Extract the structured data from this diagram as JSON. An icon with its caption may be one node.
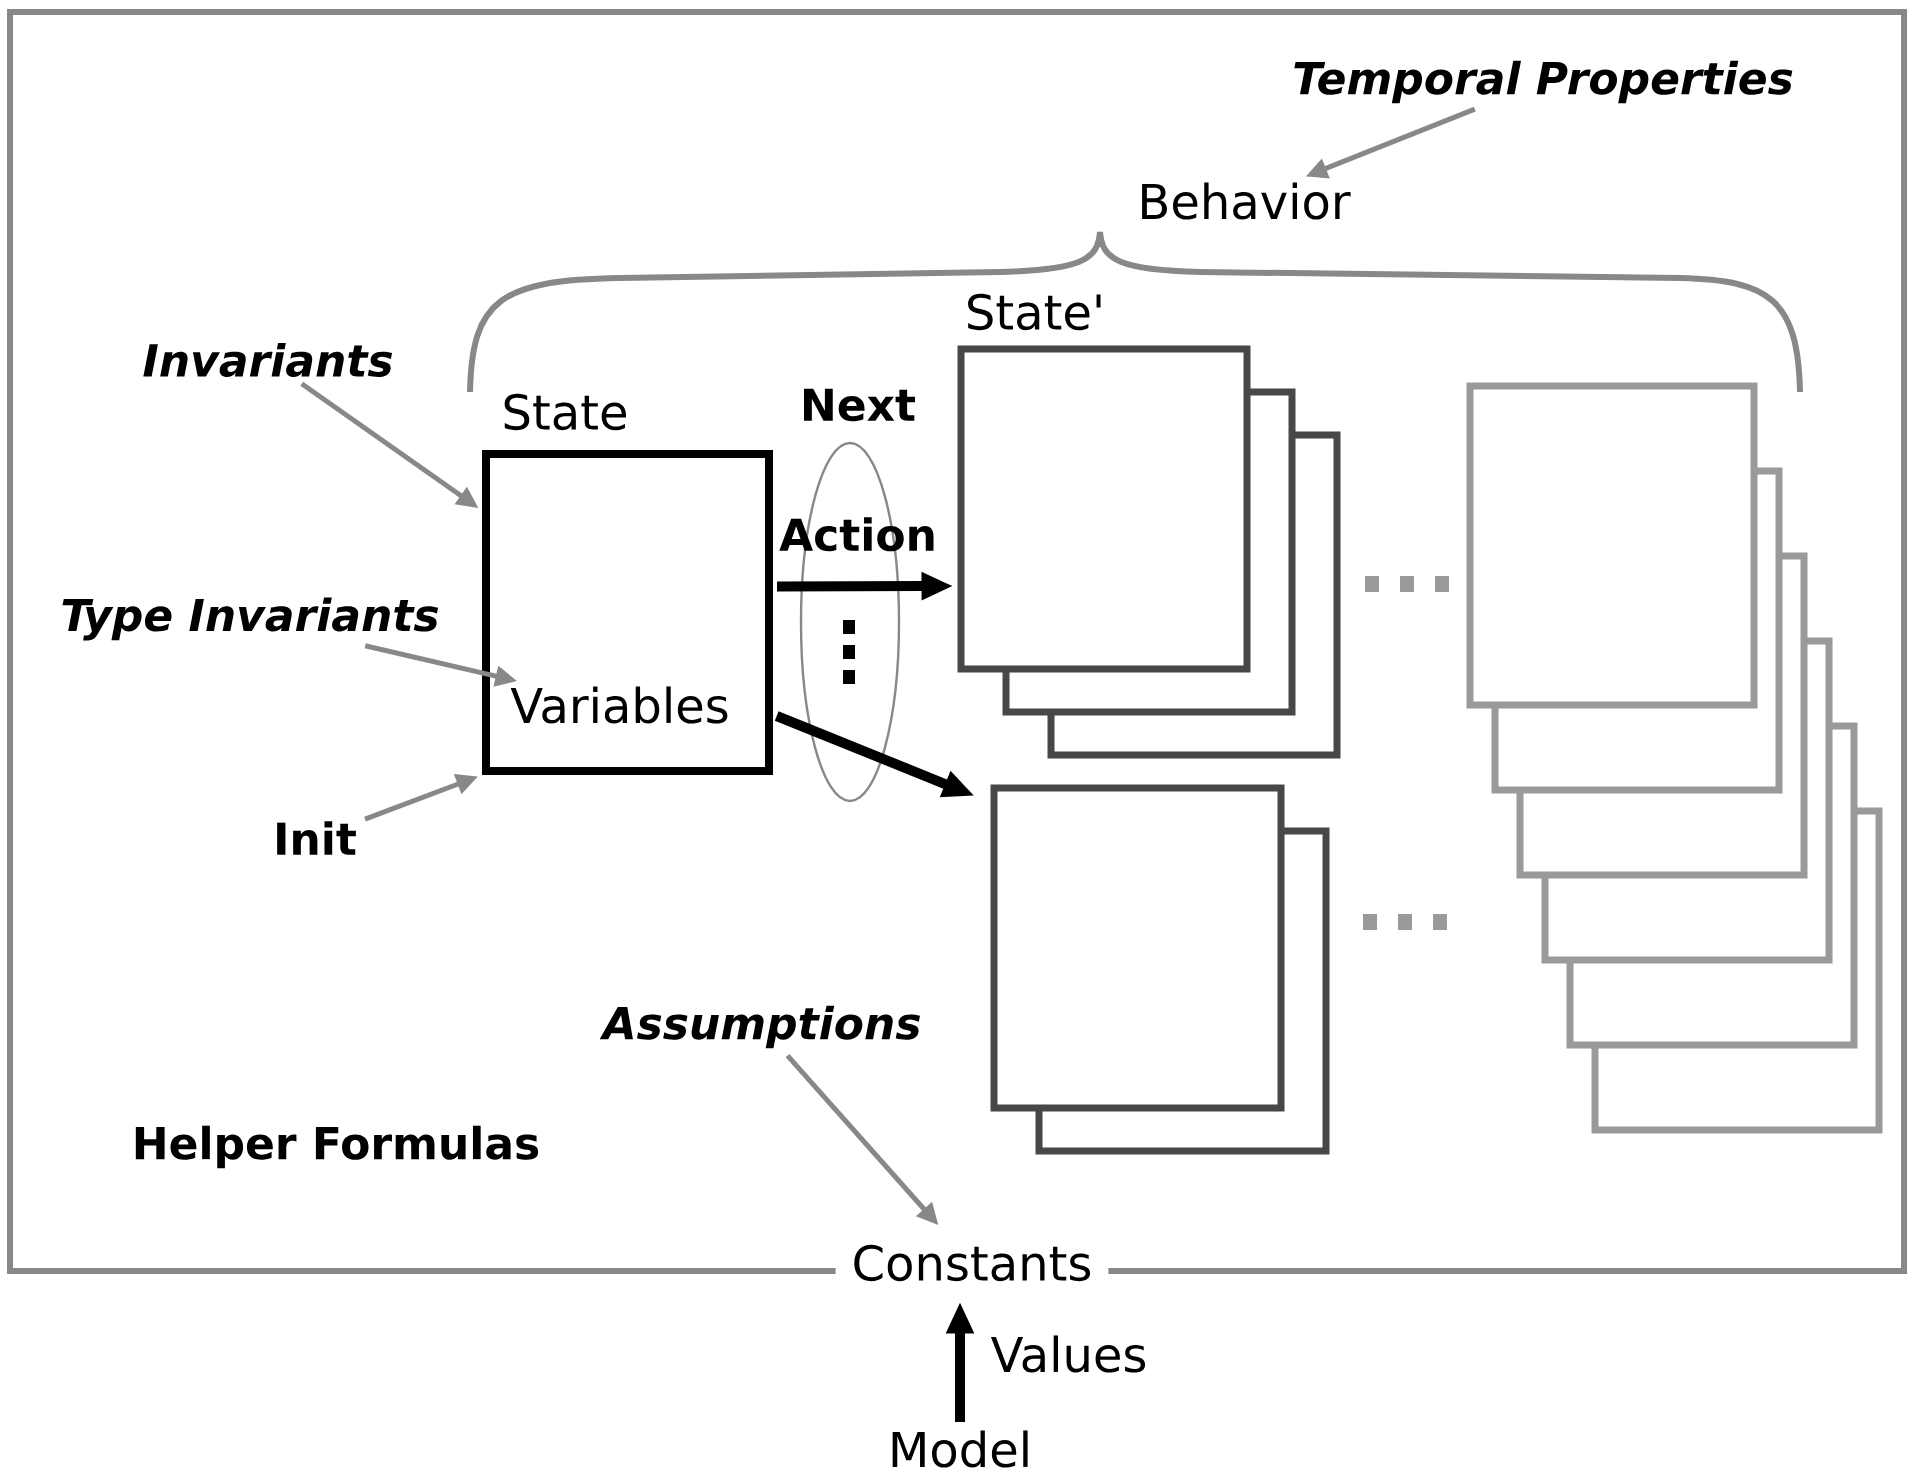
{
  "diagram": {
    "nodes": [
      {
        "text": [
          "Temporal Properties"
        ]
      },
      {
        "text": [
          "Behavior"
        ]
      },
      {
        "text": [
          "Invariants"
        ]
      },
      {
        "text": [
          "Type Invariants"
        ]
      },
      {
        "text": [
          "Init"
        ]
      },
      {
        "text": [
          "State",
          "Variables"
        ]
      },
      {
        "text": [
          "State'"
        ]
      },
      {
        "text": [],
        "shape": "box"
      },
      {
        "text": [],
        "shape": "box"
      },
      {
        "text": [
          "Assumptions"
        ]
      },
      {
        "text": [
          "Constants"
        ]
      },
      {
        "text": [
          "Model"
        ]
      }
    ],
    "edges": [
      {
        "from": 0,
        "to": 1,
        "arrow": "to"
      },
      {
        "from": 2,
        "to": 5,
        "arrow": "to"
      },
      {
        "from": 3,
        "to": 5,
        "arrow": "to"
      },
      {
        "from": 4,
        "to": 5,
        "arrow": "to"
      },
      {
        "from": 5,
        "to": 6,
        "arrow": "to",
        "style": "thick",
        "color": "#000000"
      },
      {
        "from": 5,
        "to": 7,
        "arrow": "to",
        "style": "thick",
        "color": "#000000"
      },
      {
        "from": 9,
        "to": 10,
        "arrow": "to"
      },
      {
        "from": 11,
        "to": 10,
        "arrow": "to",
        "label": "Values",
        "style": "thick",
        "color": "#000000"
      }
    ],
    "labels": [
      "Next Action",
      "Helper Formulas"
    ]
  }
}
